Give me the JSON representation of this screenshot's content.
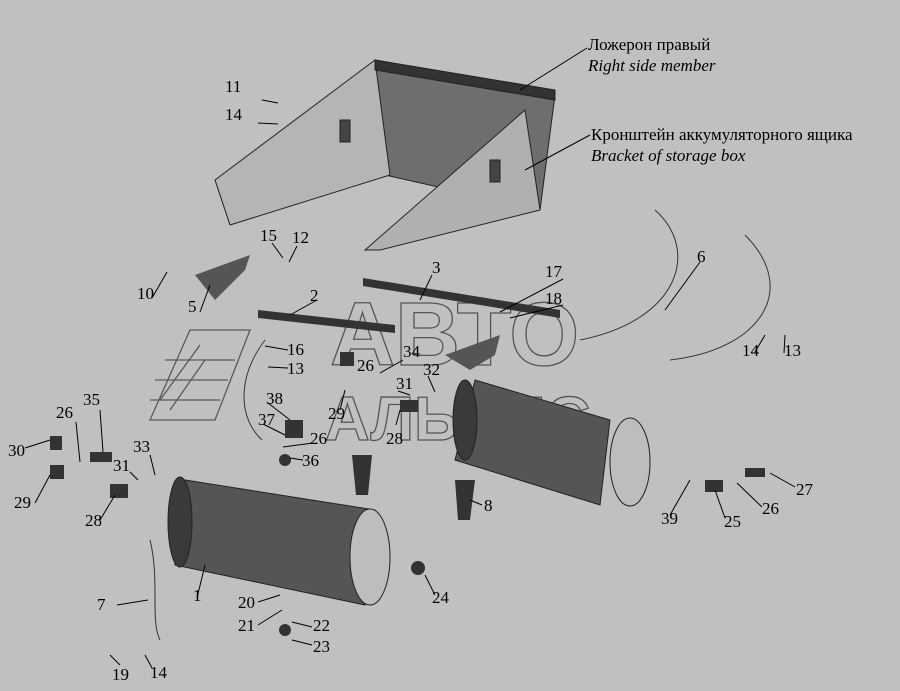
{
  "callouts": {
    "side_member_ru": "Ложерон правый",
    "side_member_en": "Right side member",
    "bracket_ru": "Кронштейн аккумуляторного ящика",
    "bracket_en": "Bracket of storage box"
  },
  "watermark": {
    "line1": "АВТО",
    "line2": "АЛЬЯНС"
  },
  "part_numbers": [
    "11",
    "14",
    "15",
    "12",
    "10",
    "5",
    "2",
    "3",
    "17",
    "18",
    "6",
    "14",
    "13",
    "16",
    "13",
    "34",
    "26",
    "32",
    "31",
    "29",
    "28",
    "38",
    "37",
    "26",
    "36",
    "35",
    "26",
    "30",
    "33",
    "31",
    "29",
    "28",
    "8",
    "27",
    "26",
    "39",
    "25",
    "1",
    "7",
    "20",
    "21",
    "22",
    "23",
    "24",
    "19",
    "14"
  ],
  "colors": {
    "background": "#c0c0c0",
    "parts": "#4a4a4a"
  }
}
